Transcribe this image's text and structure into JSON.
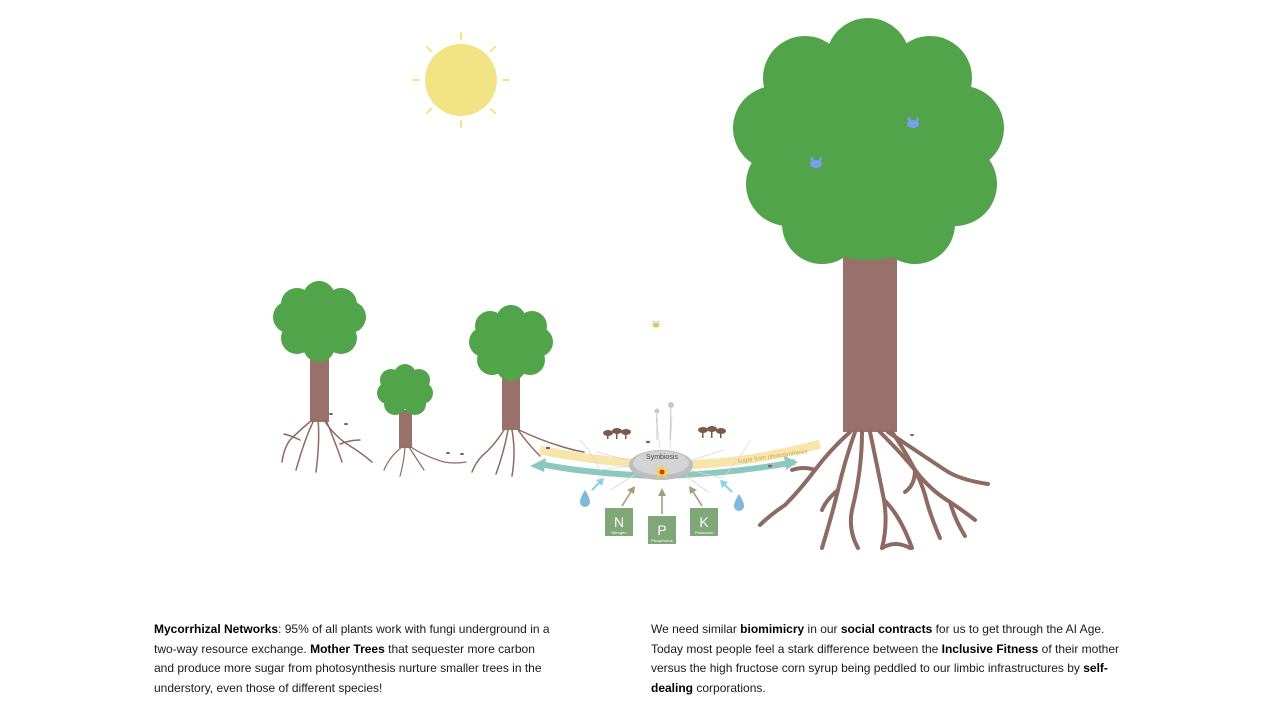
{
  "diagram": {
    "center_label": "Symbiosis",
    "flow_label": "sugar from photosynthesis",
    "nutrients": [
      {
        "symbol": "N",
        "name": "Nitrogen"
      },
      {
        "symbol": "P",
        "name": "Phosphorus"
      },
      {
        "symbol": "K",
        "name": "Potassium"
      }
    ],
    "colors": {
      "sun": "#F2E384",
      "foliage": "#52A44A",
      "trunk": "#98726A",
      "roots": "#8E6B62",
      "water_arrow": "#8CC8C0",
      "sugar_arrow": "#F6E3A3",
      "nutrient_box": "#7FA777",
      "bird": "#7B9EEA"
    }
  },
  "caption_left": {
    "t1_bold": "Mycorrhizal Networks",
    "t2": ": 95% of all plants work with fungi underground in a two-way resource exchange. ",
    "t3_bold": "Mother Trees",
    "t4": " that sequester more carbon and produce more sugar from photosynthesis nurture smaller trees in the understory, even those of different species!"
  },
  "caption_right": {
    "t1": "We need similar ",
    "t2_bold": "biomimicry",
    "t3": " in our ",
    "t4_bold": "social contracts",
    "t5": " for us to get through the AI Age. Today most people feel a stark difference between the ",
    "t6_bold": "Inclusive Fitness",
    "t7": " of their mother versus the high fructose corn syrup being peddled to our limbic infrastructures by ",
    "t8_bold": "self-dealing",
    "t9": " corporations."
  }
}
